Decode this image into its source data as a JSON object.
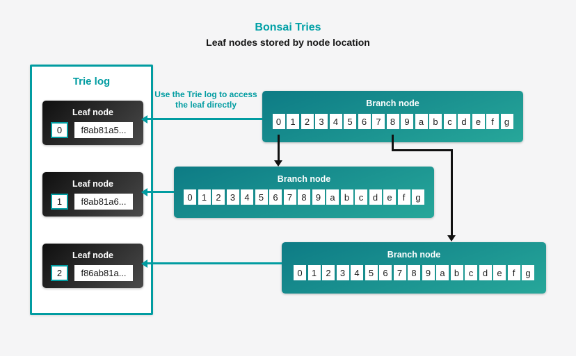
{
  "title": "Bonsai Tries",
  "subtitle": "Leaf nodes stored by node location",
  "annotation": "Use the Trie log to access the leaf directly",
  "colors": {
    "accent_teal": "#019ca1",
    "title_teal": "#00a0a6",
    "branch_gradient_start": "#0d7b85",
    "branch_gradient_end": "#27a79a",
    "leaf_gradient_start": "#0f0f0f",
    "leaf_gradient_end": "#4a4a4a",
    "background": "#f5f5f6",
    "arrow_black": "#111111"
  },
  "trie_log": {
    "title": "Trie log",
    "leaves": [
      {
        "label": "Leaf node",
        "index": "0",
        "hash": "f8ab81a5..."
      },
      {
        "label": "Leaf node",
        "index": "1",
        "hash": "f8ab81a6..."
      },
      {
        "label": "Leaf node",
        "index": "2",
        "hash": "f86ab81a..."
      }
    ]
  },
  "branch_nodes": [
    {
      "title": "Branch node",
      "cells": [
        "0",
        "1",
        "2",
        "3",
        "4",
        "5",
        "6",
        "7",
        "8",
        "9",
        "a",
        "b",
        "c",
        "d",
        "e",
        "f",
        "g"
      ]
    },
    {
      "title": "Branch node",
      "cells": [
        "0",
        "1",
        "2",
        "3",
        "4",
        "5",
        "6",
        "7",
        "8",
        "9",
        "a",
        "b",
        "c",
        "d",
        "e",
        "f",
        "g"
      ]
    },
    {
      "title": "Branch node",
      "cells": [
        "0",
        "1",
        "2",
        "3",
        "4",
        "5",
        "6",
        "7",
        "8",
        "9",
        "a",
        "b",
        "c",
        "d",
        "e",
        "f",
        "g"
      ]
    }
  ]
}
